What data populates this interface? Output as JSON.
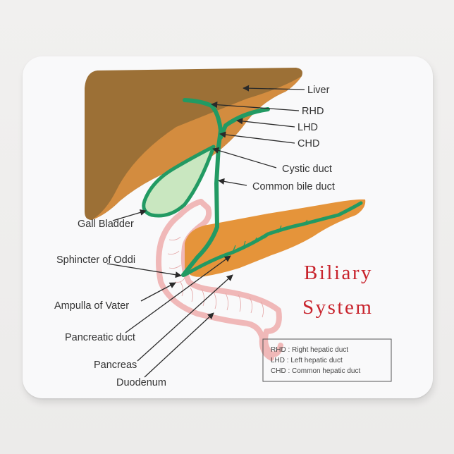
{
  "title": {
    "line1": "Biliary",
    "line2": "System",
    "color": "#c8232c"
  },
  "labels": {
    "liver": "Liver",
    "rhd": "RHD",
    "lhd": "LHD",
    "chd": "CHD",
    "cystic_duct": "Cystic duct",
    "common_bile_duct": "Common bile duct",
    "gall_bladder": "Gall Bladder",
    "sphincter_of_oddi": "Sphincter of Oddi",
    "ampulla_of_vater": "Ampulla of Vater",
    "pancreatic_duct": "Pancreatic duct",
    "pancreas": "Pancreas",
    "duodenum": "Duodenum"
  },
  "legend": {
    "items": [
      {
        "abbr": "RHD",
        "text": "RHD : Right hepatic duct"
      },
      {
        "abbr": "LHD",
        "text": "LHD : Left hepatic duct"
      },
      {
        "abbr": "CHD",
        "text": "CHD : Common hepatic duct"
      }
    ]
  },
  "colors": {
    "liver_dark": "#9c7036",
    "liver_light": "#d38c3f",
    "duct_green": "#229a63",
    "gallbladder_fill": "#c9e7c0",
    "pancreas": "#e5943a",
    "duodenum": "#f0b8b8",
    "pad": "#f9f9fa"
  }
}
